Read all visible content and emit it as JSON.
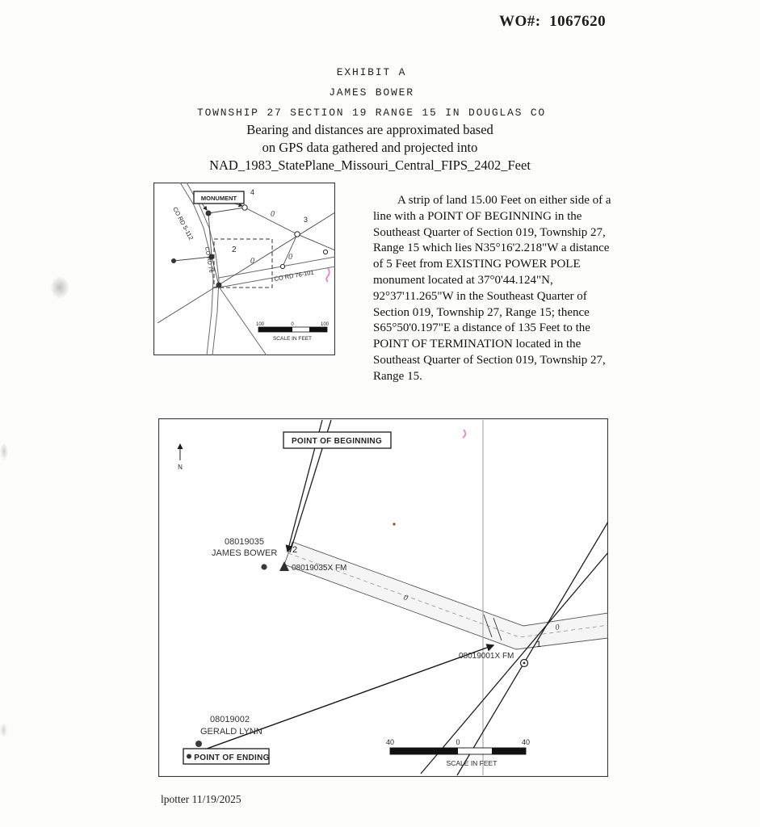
{
  "page": {
    "wo": "WO#:  1067620",
    "footer": "lpotter 11/19/2025"
  },
  "header": {
    "exhibit": "EXHIBIT A",
    "owner": "JAMES BOWER",
    "township": "TOWNSHIP 27 SECTION 19 RANGE 15 IN DOUGLAS CO",
    "note1": "Bearing and distances are approximated based",
    "note2": "on GPS data gathered and projected into",
    "note3": "NAD_1983_StatePlane_Missouri_Central_FIPS_2402_Feet"
  },
  "description": {
    "text": "A strip of land 15.00 Feet on either side of a line with a POINT OF BEGINNING in the Southeast Quarter of Section 019, Township 27, Range 15 which lies N35°16'2.218\"W a distance of 5 Feet from EXISTING POWER POLE monument located at 37°0'44.124\"N, 92°37'11.265\"W in the Southeast Quarter of Section 019, Township 27, Range 15; thence S65°50'0.197\"E a distance of 135 Feet to the POINT OF TERMINATION located in the Southeast Quarter of Section 019, Township 27, Range 15."
  },
  "inset_map": {
    "monument_label": "MONUMENT",
    "road_co_rd_5_112": "CO RD 5-112",
    "road_co_rd_76": "CO RD 76",
    "road_co_rd_76_101": "CO RD 76-101",
    "corner_4": "4",
    "corner_3": "3",
    "corner_2": "2",
    "zero_a": "0",
    "zero_b": "0",
    "zero_c": "0",
    "scale_left": "100",
    "scale_zero": "0",
    "scale_right": "100",
    "scale_caption": "SCALE IN FEET"
  },
  "main_map": {
    "north_label": "N",
    "pob_label": "POINT OF BEGINNING",
    "poe_label": "POINT OF ENDING",
    "parcel_bower_id": "08019035",
    "parcel_bower_name": "JAMES BOWER",
    "pole_bower": "08019035X FM",
    "pole_corner": "08019001X FM",
    "parcel_lynn_id": "08019002",
    "parcel_lynn_name": "GERALD LYNN",
    "point_2": "2",
    "point_1": "1",
    "zero_a": "0",
    "zero_b": "0",
    "scale_left": "40",
    "scale_zero": "0",
    "scale_right": "40",
    "scale_caption": "SCALE IN FEET"
  },
  "colors": {
    "ink": "#1c1c1c",
    "scan_mark_pink": "#e36ad0"
  }
}
